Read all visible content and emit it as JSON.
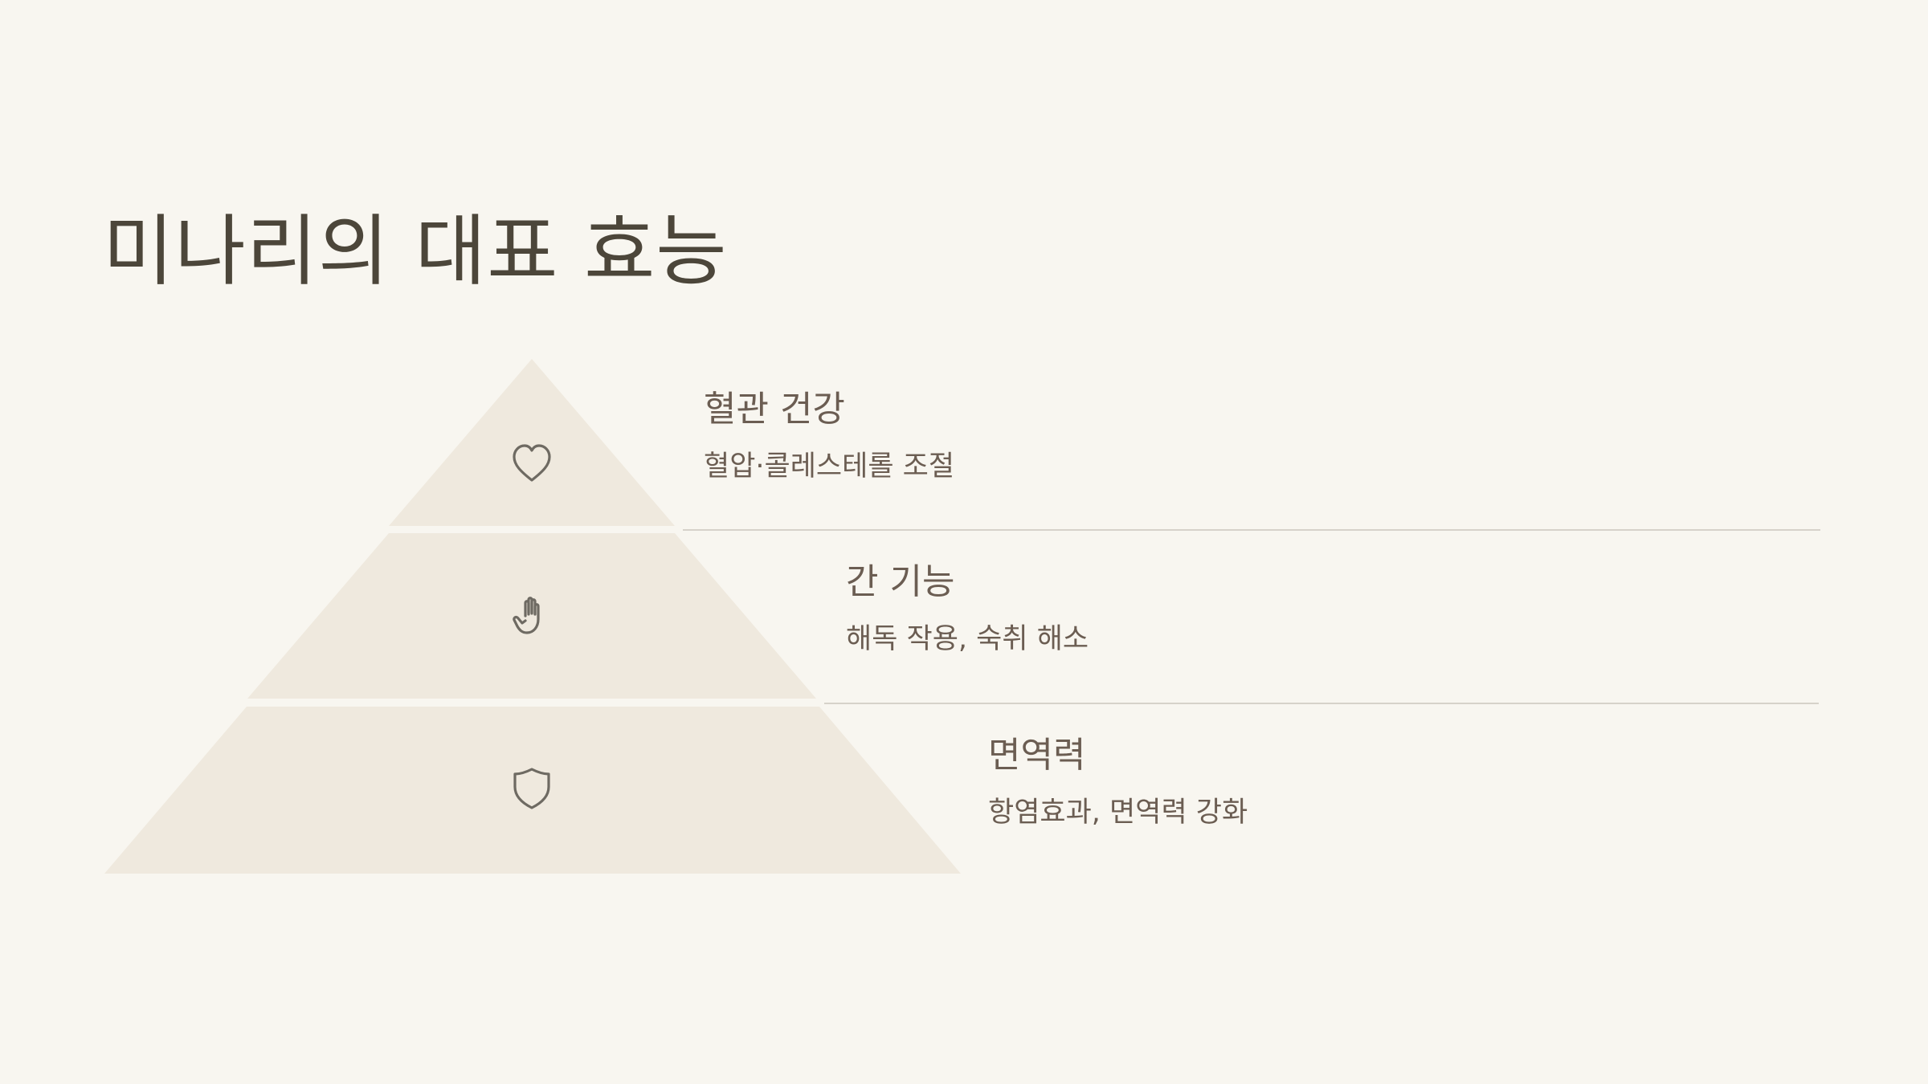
{
  "slide": {
    "title": "미나리의 대표 효능"
  },
  "pyramid": {
    "tiers": [
      {
        "title": "혈관 건강",
        "description": "혈압·콜레스테롤 조절",
        "icon": "heart-icon"
      },
      {
        "title": "간 기능",
        "description": "해독 작용, 숙취 해소",
        "icon": "hand-icon"
      },
      {
        "title": "면역력",
        "description": "항염효과, 면역력 강화",
        "icon": "shield-icon"
      }
    ]
  },
  "colors": {
    "background": "#f8f6f0",
    "tier_fill": "#efe9de",
    "title_text": "#4c463a",
    "body_text": "#6b5d52",
    "divider": "#d6d2ca",
    "icon_stroke": "#6e6a62"
  }
}
